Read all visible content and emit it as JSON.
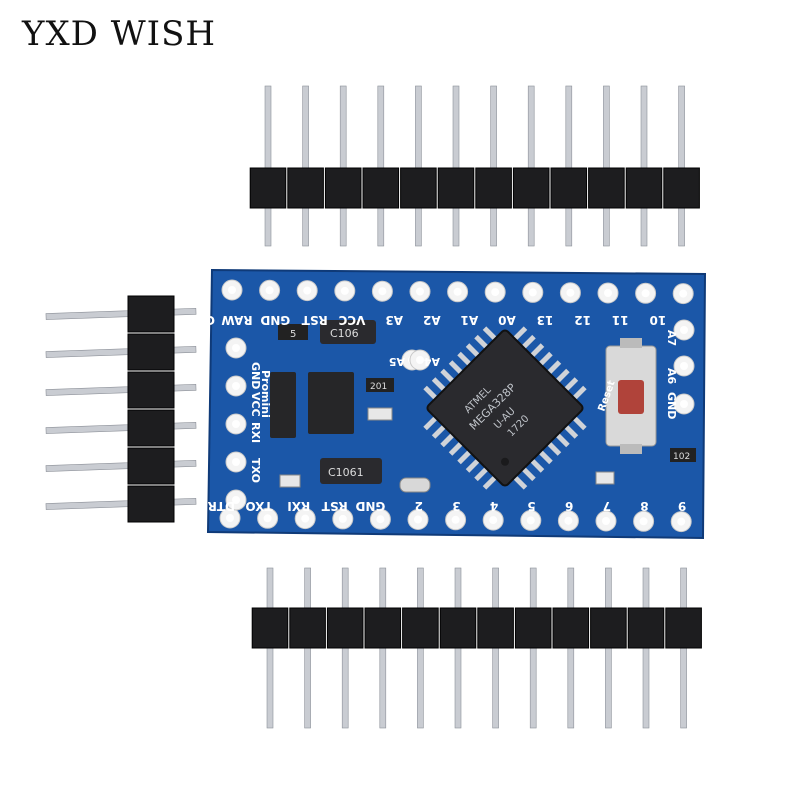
{
  "watermark": {
    "text": "YXD WISH"
  },
  "board": {
    "colors": {
      "pcb": "#1b57a8",
      "silk": "#ffffff",
      "pad": "#f4f4f4",
      "chip": "#2a2a2e",
      "header": "#1d1d1f",
      "pin": "#c9ccd2"
    },
    "top_row_labels": [
      "GND",
      "RAW",
      "GND",
      "RST",
      "VCC",
      "A3",
      "A2",
      "A1",
      "A0",
      "13",
      "12",
      "11",
      "10"
    ],
    "bottom_row_labels": [
      "DTR",
      "TXO",
      "RXI",
      "RST",
      "GND",
      "2",
      "3",
      "4",
      "5",
      "6",
      "7",
      "8",
      "9"
    ],
    "inner_labels": [
      "A5",
      "A4",
      "A7",
      "A6",
      "GND",
      "VCC",
      "GND",
      "RXI",
      "TXO"
    ],
    "component_labels": [
      "C106",
      "C1061",
      "5",
      "201",
      "102"
    ],
    "chip_text": [
      "MEGA328P",
      "U-AU",
      "1720"
    ],
    "chip_brand": "ATMEL",
    "reset_label": "Reset",
    "side_text": "Promini"
  },
  "headers": {
    "top_pin_count": 12,
    "bottom_pin_count": 12,
    "side_pin_count": 6
  }
}
